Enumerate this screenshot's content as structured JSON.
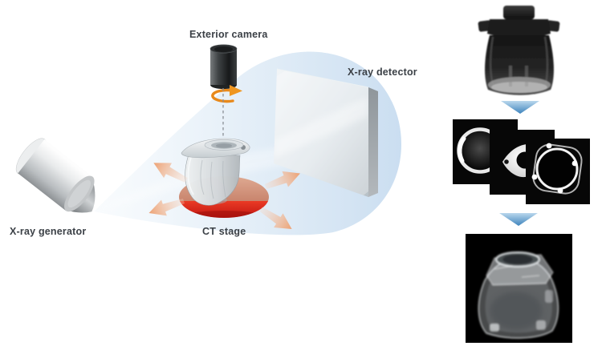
{
  "diagram": {
    "labels": {
      "exterior_camera": "Exterior camera",
      "xray_detector": "X-ray detector",
      "xray_generator": "X-ray generator",
      "ct_stage": "CT stage"
    }
  },
  "icons": {
    "rotation_arrow_icon": "curved-orange-arrow (↻)",
    "flow_arrow_down_icon": "blue triangle (▼)",
    "motion_arrow_icon": "salmon outward arrow (➔)"
  },
  "colors": {
    "label_text": "#3b4046",
    "beam_blue": "#cfe2f3",
    "detector_face": "#dfe6ea",
    "detector_side": "#8f969b",
    "stage_top": "#dca78f",
    "stage_red": "#df2119",
    "motion_arrow": "#eda173",
    "rotation_arrow": "#e8891b",
    "flow_arrow_blue": "#3e84bd",
    "slice_background": "#070707"
  }
}
